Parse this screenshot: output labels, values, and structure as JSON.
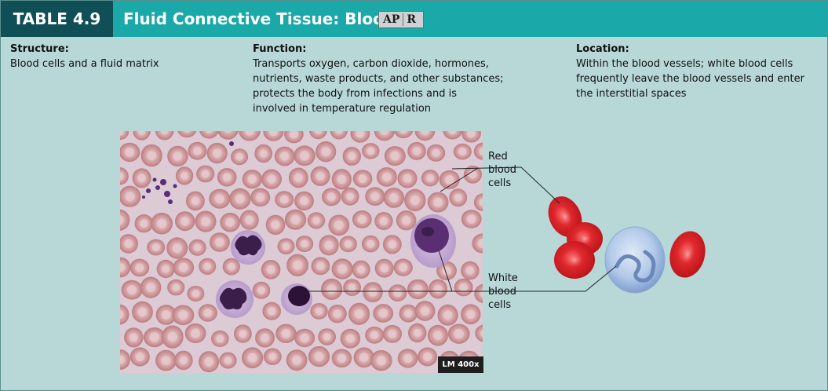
{
  "header": {
    "table_number": "TABLE 4.9",
    "title": "Fluid Connective Tissue: Blood",
    "badge_ap": "AP",
    "badge_r": "R"
  },
  "structure": {
    "heading": "Structure:",
    "line1": "Blood cells and a fluid matrix"
  },
  "function": {
    "heading": "Function:",
    "line1": "Transports oxygen, carbon dioxide, hormones,",
    "line2": "nutrients, waste products, and other substances;",
    "line3": "protects the body from infections and is",
    "line4": "involved in temperature regulation"
  },
  "location": {
    "heading": "Location:",
    "line1": "Within the blood vessels; white blood cells",
    "line2": "frequently leave the blood vessels and enter",
    "line3": "the interstitial spaces"
  },
  "figure": {
    "magnification": "LM 400x",
    "label_red_1": "Red",
    "label_red_2": "blood",
    "label_red_3": "cells",
    "label_white_1": "White",
    "label_white_2": "blood",
    "label_white_3": "cells"
  },
  "colors": {
    "header_bg": "#1aa8a8",
    "table_no_bg": "#0f4f55",
    "panel_bg": "#b7d8d7",
    "rbc_micro": "#c98f8f",
    "wbc_nucleus": "#3b1e4a",
    "rbc_illustration": "#d9262b",
    "wbc_illustration": "#a9c4e6"
  }
}
